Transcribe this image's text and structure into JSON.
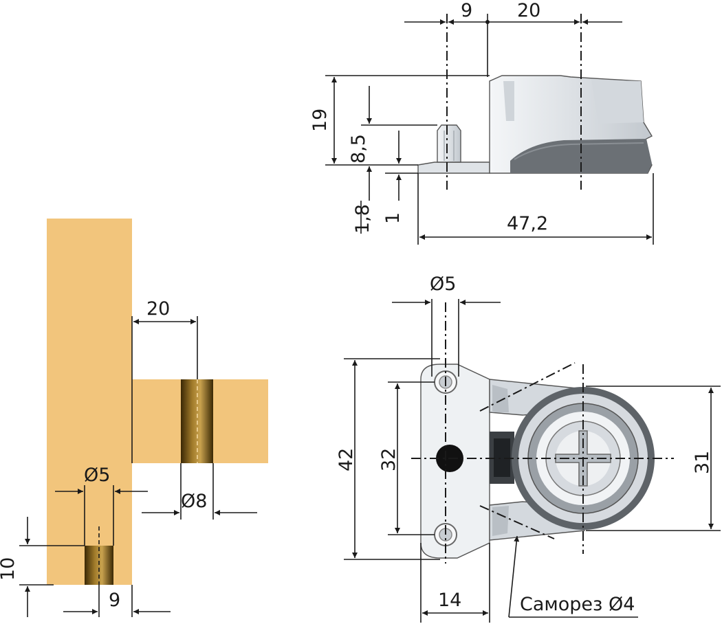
{
  "colors": {
    "wood": "#F2C57C",
    "wood_dark": "#5C3F08",
    "metal_light": "#EEF1F3",
    "metal_mid": "#C9CED3",
    "metal_dark": "#6B7075",
    "line": "#1a1a1a"
  },
  "side_view": {
    "dim_9": "9",
    "dim_20": "20",
    "dim_19": "19",
    "dim_8_5": "8,5",
    "dim_1_8": "1,8",
    "dim_1": "1",
    "dim_47_2": "47,2"
  },
  "top_view": {
    "dim_d5": "Ø5",
    "dim_42": "42",
    "dim_32": "32",
    "dim_31": "31",
    "dim_14": "14",
    "screw_label": "Саморез Ø4"
  },
  "wood_panels": {
    "dim_20": "20",
    "dim_d8": "Ø8",
    "dim_d5": "Ø5",
    "dim_10": "10",
    "dim_9": "9"
  }
}
